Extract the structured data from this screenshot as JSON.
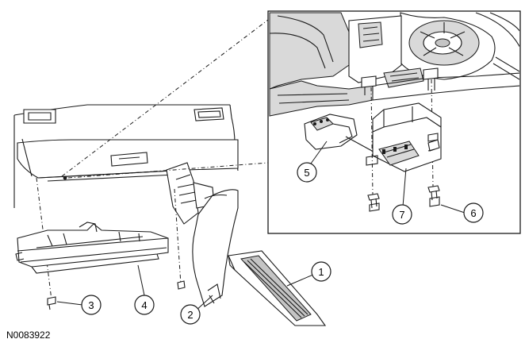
{
  "diagram": {
    "reference_id": "N0083922",
    "callouts": [
      "1",
      "2",
      "3",
      "4",
      "5",
      "6",
      "7"
    ]
  }
}
